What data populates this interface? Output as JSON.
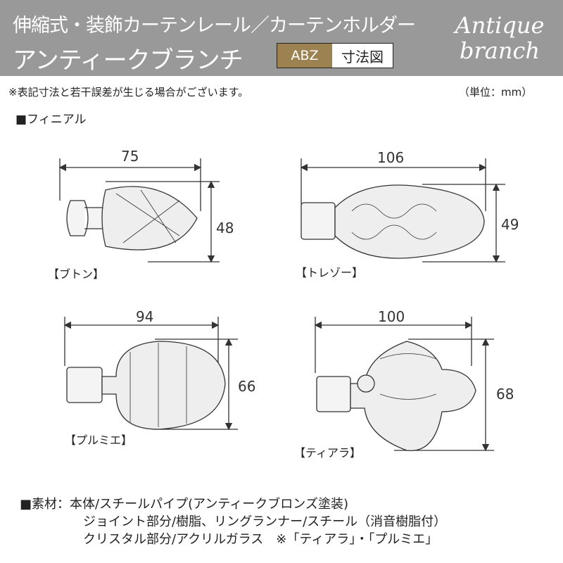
{
  "header": {
    "title_line1": "伸縮式・装飾カーテンレール／カーテンホルダー",
    "title_line2": "アンティークブランチ",
    "code": "ABZ",
    "badge_label": "寸法図",
    "logo_line1": "Antique",
    "logo_line2": "branch"
  },
  "notes": {
    "disclaimer": "※表記寸法と若干誤差が生じる場合がございます。",
    "unit": "（単位：mm）"
  },
  "section_title": "■フィニアル",
  "finials": [
    {
      "name": "【ブトン】",
      "width": "75",
      "height": "48"
    },
    {
      "name": "【トレゾー】",
      "width": "106",
      "height": "49"
    },
    {
      "name": "【プルミエ】",
      "width": "94",
      "height": "66"
    },
    {
      "name": "【ティアラ】",
      "width": "100",
      "height": "68"
    }
  ],
  "materials": {
    "label": "■素材：",
    "lines": [
      "本体/スチールパイプ(アンティークブロンズ塗装)",
      "ジョイント部分/樹脂、リングランナー/スチール（消音樹脂付）",
      "クリスタル部分/アクリルガラス　※「ティアラ」・「プルミエ」"
    ]
  },
  "colors": {
    "header": "#999999",
    "code_bg": "#9c8250"
  }
}
